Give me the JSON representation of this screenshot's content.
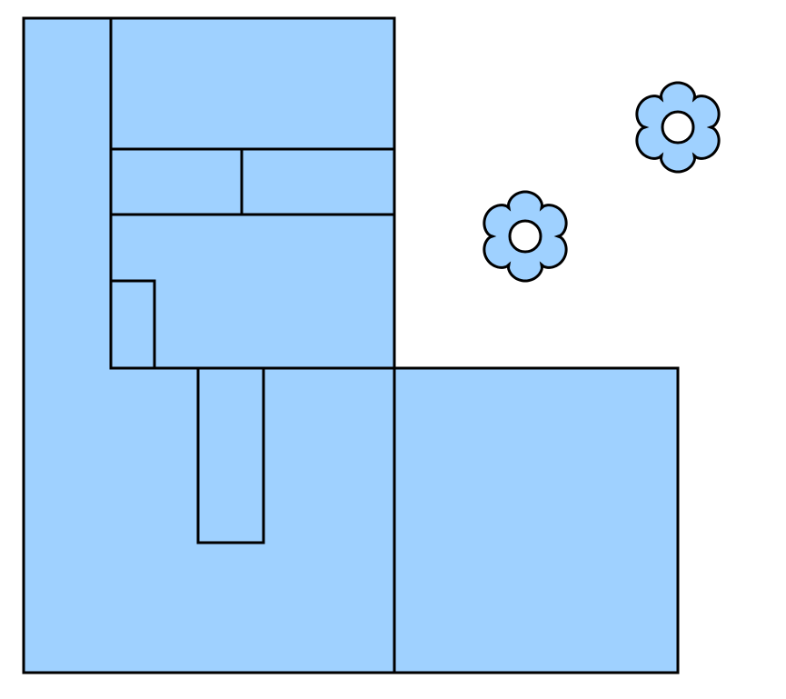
{
  "colors": {
    "fill": "#9fd1ff",
    "stroke": "#000000",
    "background": "#ffffff"
  },
  "diagram": {
    "regions": [
      "outer-l-shape",
      "top-block",
      "middle-left-block",
      "middle-right-block",
      "lower-block",
      "small-notch",
      "vertical-slot",
      "bottom-right-square"
    ],
    "decorations": [
      "flower-icon",
      "flower-icon"
    ]
  }
}
